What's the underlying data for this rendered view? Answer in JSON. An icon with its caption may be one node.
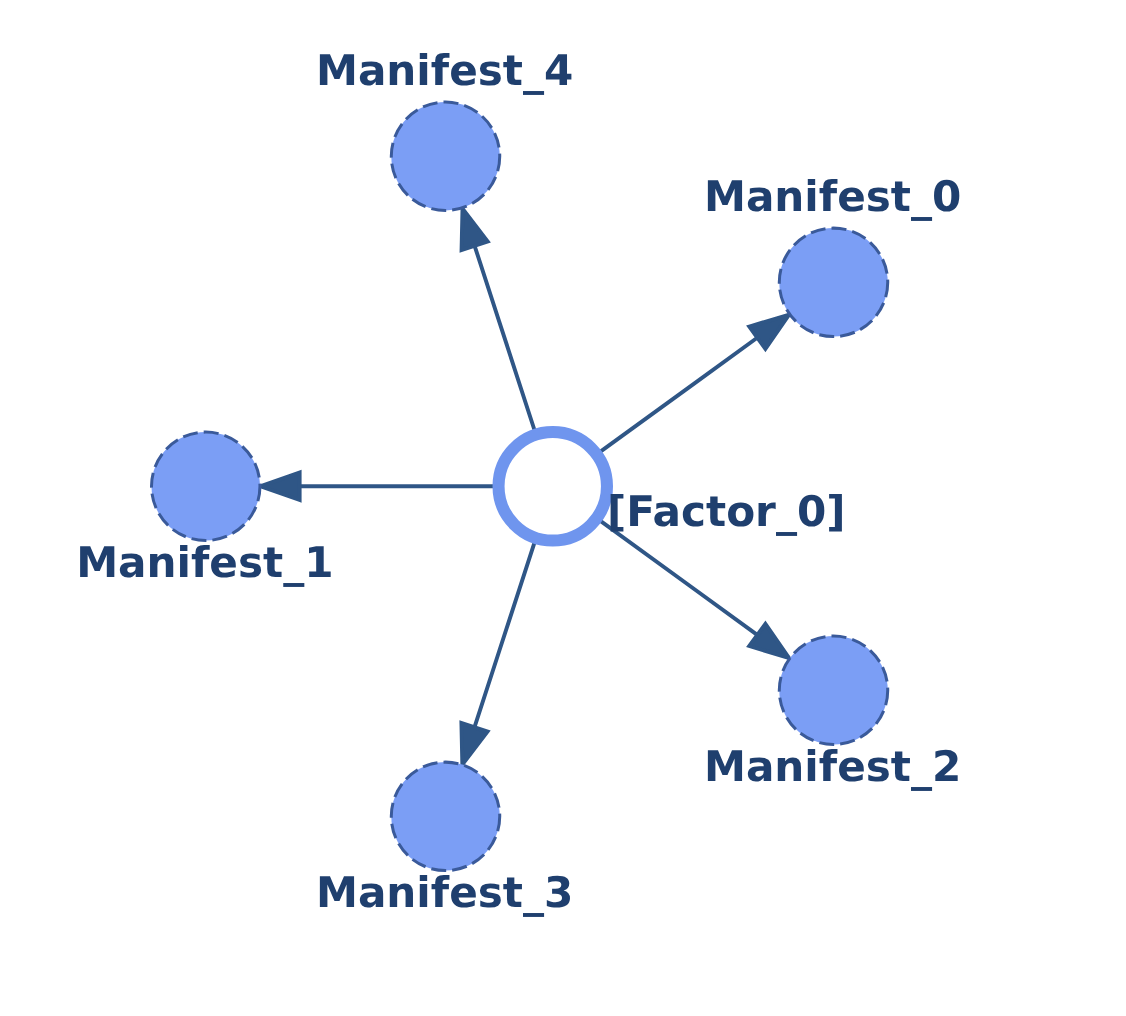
{
  "diagram": {
    "nodes": [
      {
        "text": [
          "Manifest_0"
        ]
      },
      {
        "text": [
          "Manifest_4"
        ]
      },
      {
        "text": [
          "Manifest_1"
        ]
      },
      {
        "text": [
          "[Factor_0]"
        ]
      },
      {
        "text": [
          "Manifest_3"
        ]
      },
      {
        "text": [
          "Manifest_2"
        ]
      }
    ],
    "edges": [
      {
        "from": 3,
        "to": 0,
        "arrow": "to"
      },
      {
        "from": 3,
        "to": 2,
        "arrow": "to"
      },
      {
        "from": 3,
        "to": 5,
        "arrow": "to"
      },
      {
        "from": 3,
        "to": 4,
        "arrow": "to"
      },
      {
        "from": 3,
        "to": 1,
        "arrow": "to"
      }
    ]
  }
}
